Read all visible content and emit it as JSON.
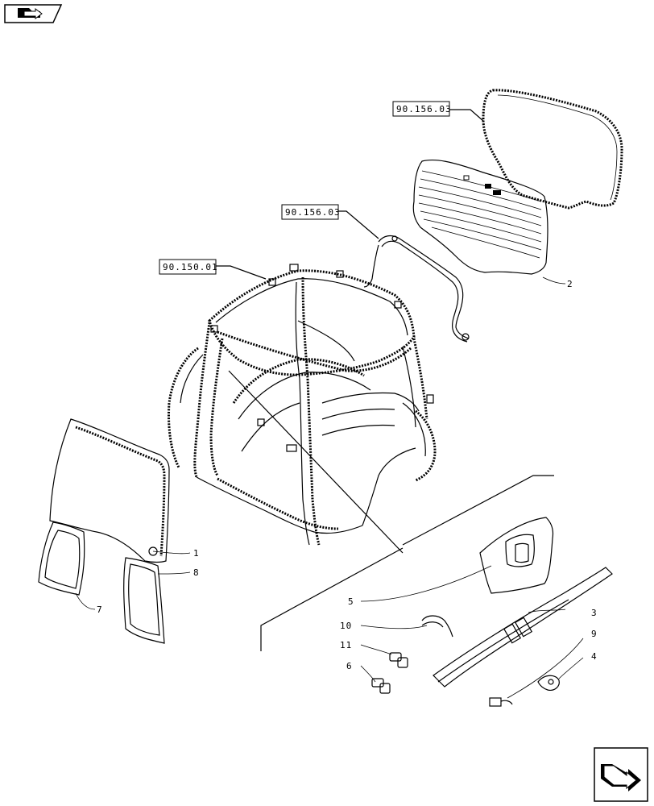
{
  "references": [
    {
      "id": "ref-top",
      "label": "90.156.03"
    },
    {
      "id": "ref-middle",
      "label": "90.156.03"
    },
    {
      "id": "ref-left",
      "label": "90.150.01"
    }
  ],
  "callouts": [
    {
      "id": "c1",
      "label": "1"
    },
    {
      "id": "c2",
      "label": "2"
    },
    {
      "id": "c3",
      "label": "3"
    },
    {
      "id": "c4",
      "label": "4"
    },
    {
      "id": "c5",
      "label": "5"
    },
    {
      "id": "c6",
      "label": "6"
    },
    {
      "id": "c7",
      "label": "7"
    },
    {
      "id": "c8",
      "label": "8"
    },
    {
      "id": "c9",
      "label": "9"
    },
    {
      "id": "c10",
      "label": "10"
    },
    {
      "id": "c11",
      "label": "11"
    }
  ],
  "icons": {
    "top_left": "folder-arrow-icon",
    "bottom_right": "next-page-arrow-icon"
  }
}
